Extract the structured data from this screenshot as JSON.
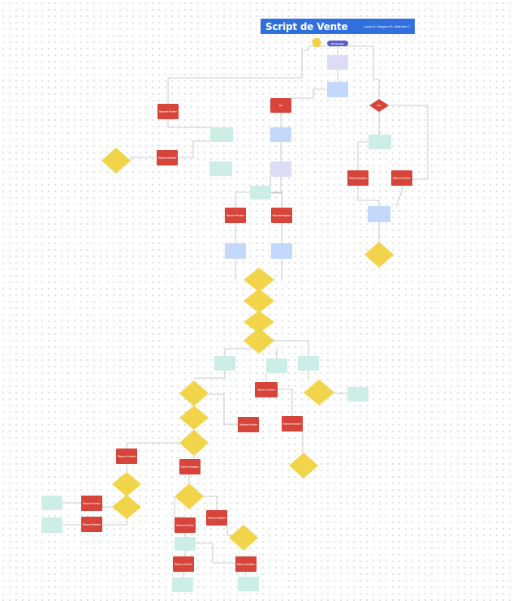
{
  "header": {
    "title": "Script de Vente",
    "subtitle": "Lucas A, Margaux B, Mathilde C"
  },
  "start_pill": "Démarrage",
  "colors": {
    "banner": "#2f6fde",
    "pill": "#5a5fc8",
    "red": "#d6443a",
    "yellow": "#f2d44b",
    "teal": "#cdeee6",
    "blue": "#c3d8fb",
    "lavender": "#dcdcf8",
    "line": "#b9bcc2"
  },
  "nodes": [
    {
      "id": "lav1",
      "type": "lavender"
    },
    {
      "id": "blue1",
      "type": "blue"
    },
    {
      "id": "red_top_left",
      "type": "red",
      "label": "Réponse Positive"
    },
    {
      "id": "red_oui",
      "type": "red",
      "label": "Oui"
    },
    {
      "id": "red_non",
      "type": "red",
      "label": "Non"
    },
    {
      "id": "teal_left1",
      "type": "teal"
    },
    {
      "id": "blue_mid1",
      "type": "blue"
    },
    {
      "id": "dia_far_left",
      "type": "yellow"
    },
    {
      "id": "red_left2",
      "type": "red",
      "label": "Réponse Négative"
    },
    {
      "id": "teal_left2",
      "type": "teal"
    },
    {
      "id": "lav_mid2",
      "type": "lavender"
    },
    {
      "id": "teal_right1",
      "type": "teal"
    },
    {
      "id": "red_right1",
      "type": "red",
      "label": "Réponse Négative"
    },
    {
      "id": "red_right2",
      "type": "red",
      "label": "Réponse Positive"
    },
    {
      "id": "teal_mid3",
      "type": "teal"
    },
    {
      "id": "red_mid_a",
      "type": "red",
      "label": "Réponse Positive"
    },
    {
      "id": "red_mid_b",
      "type": "red",
      "label": "Réponse Négative"
    },
    {
      "id": "blue_right2",
      "type": "blue"
    },
    {
      "id": "dia_right_end",
      "type": "yellow"
    },
    {
      "id": "blue_mid_a",
      "type": "blue"
    },
    {
      "id": "blue_mid_b",
      "type": "blue"
    },
    {
      "id": "dia_c1",
      "type": "yellow"
    },
    {
      "id": "dia_c2",
      "type": "yellow"
    },
    {
      "id": "dia_c3",
      "type": "yellow"
    },
    {
      "id": "dia_c4",
      "type": "yellow"
    },
    {
      "id": "teal_b1",
      "type": "teal"
    },
    {
      "id": "teal_b2",
      "type": "teal"
    },
    {
      "id": "teal_b3",
      "type": "teal"
    },
    {
      "id": "red_center_tall",
      "type": "red",
      "label": "Réponse Positive"
    },
    {
      "id": "dia_b_right",
      "type": "yellow"
    },
    {
      "id": "teal_b_right",
      "type": "teal"
    },
    {
      "id": "dia_b_left1",
      "type": "yellow"
    },
    {
      "id": "dia_b_left2",
      "type": "yellow"
    },
    {
      "id": "red_b_mid1",
      "type": "red",
      "label": "Réponse Positive"
    },
    {
      "id": "red_b_mid2",
      "type": "red",
      "label": "Réponse Négative"
    },
    {
      "id": "dia_b_left3",
      "type": "yellow"
    },
    {
      "id": "dia_b_right2",
      "type": "yellow"
    },
    {
      "id": "red_l1",
      "type": "red",
      "label": "Réponse Positive"
    },
    {
      "id": "red_l2",
      "type": "red",
      "label": "Réponse Négative"
    },
    {
      "id": "dia_l1",
      "type": "yellow"
    },
    {
      "id": "dia_l2",
      "type": "yellow"
    },
    {
      "id": "dia_l3",
      "type": "yellow"
    },
    {
      "id": "teal_ll1",
      "type": "teal"
    },
    {
      "id": "red_ll1",
      "type": "red",
      "label": "Réponse Positive"
    },
    {
      "id": "red_ll2",
      "type": "red",
      "label": "Réponse Négative"
    },
    {
      "id": "teal_ll2",
      "type": "teal"
    },
    {
      "id": "red_lm1",
      "type": "red",
      "label": "Réponse Positive"
    },
    {
      "id": "red_lm2",
      "type": "red",
      "label": "Réponse Négative"
    },
    {
      "id": "dia_lm",
      "type": "yellow"
    },
    {
      "id": "teal_lm",
      "type": "teal"
    },
    {
      "id": "red_lb1",
      "type": "red",
      "label": "Réponse Positive"
    },
    {
      "id": "red_lb2",
      "type": "red",
      "label": "Réponse Négative"
    },
    {
      "id": "teal_lb1",
      "type": "teal"
    },
    {
      "id": "teal_lb2",
      "type": "teal"
    }
  ]
}
